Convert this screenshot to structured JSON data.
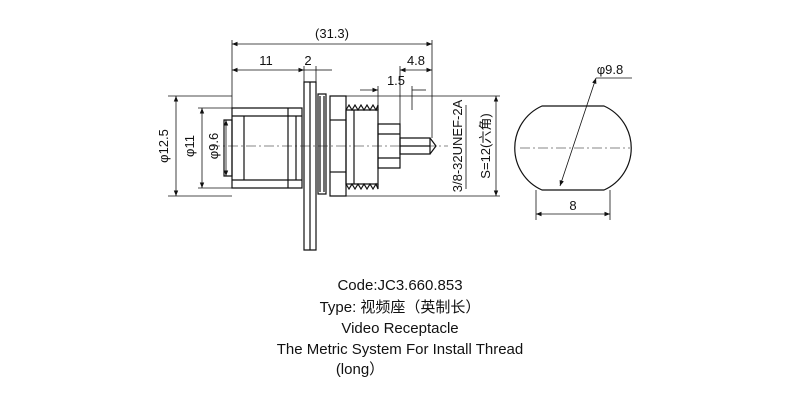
{
  "drawing": {
    "dimensions": {
      "overall_length": "(31.3)",
      "body_length": "11",
      "flange_thickness": "2",
      "tail_length": "4.8",
      "thread_relief": "1.5",
      "dia_12_5": "φ12.5",
      "dia_11": "φ11",
      "dia_9_6": "φ9.6",
      "thread_spec": "3/8-32UNEF-2A",
      "hex_size": "S=12(六角)",
      "end_view_dia": "φ9.8",
      "end_view_flat": "8"
    }
  },
  "caption": {
    "code": "Code:JC3.660.853",
    "type": "Type: 视频座（英制长）",
    "name": "Video Receptacle",
    "description": "The Metric System For Install Thread",
    "length_note": "(long）"
  }
}
